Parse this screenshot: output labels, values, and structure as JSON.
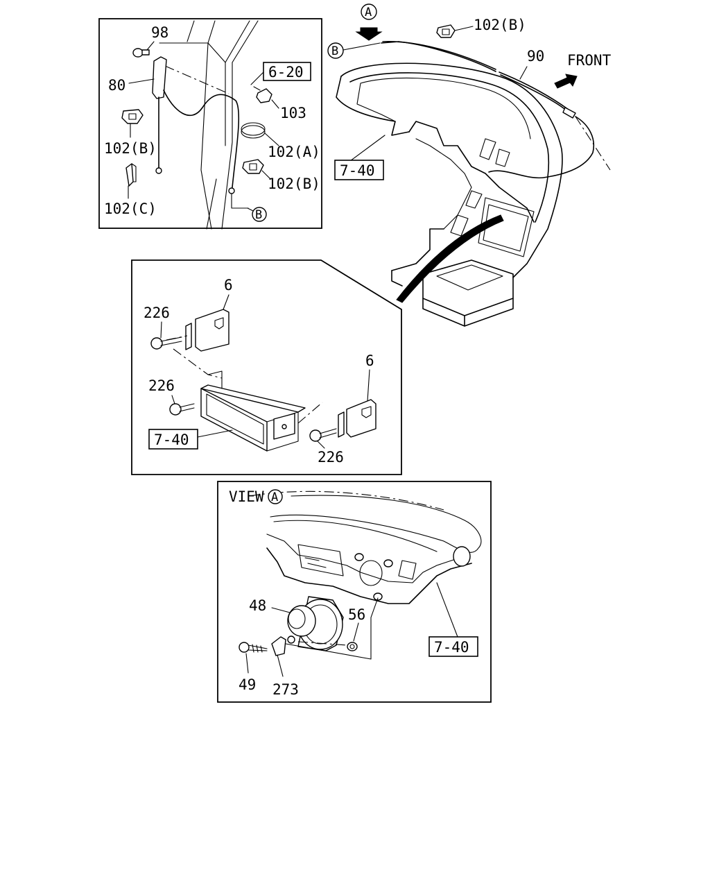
{
  "labels": {
    "p98": "98",
    "p80": "80",
    "p103": "103",
    "p102a": "102(A)",
    "p102b_1": "102(B)",
    "p102b_2": "102(B)",
    "p102b_3": "102(B)",
    "p102c": "102(C)",
    "p90": "90",
    "p6_1": "6",
    "p6_2": "6",
    "p226_1": "226",
    "p226_2": "226",
    "p226_3": "226",
    "p48": "48",
    "p56": "56",
    "p49": "49",
    "p273": "273",
    "front": "FRONT",
    "view": "VIEW",
    "circle_a_top": "A",
    "circle_a_view": "A",
    "circle_b_1": "B",
    "circle_b_2": "B"
  },
  "refs": {
    "r6_20": "6-20",
    "r7_40_top": "7-40",
    "r7_40_mid": "7-40",
    "r7_40_bottom": "7-40"
  }
}
